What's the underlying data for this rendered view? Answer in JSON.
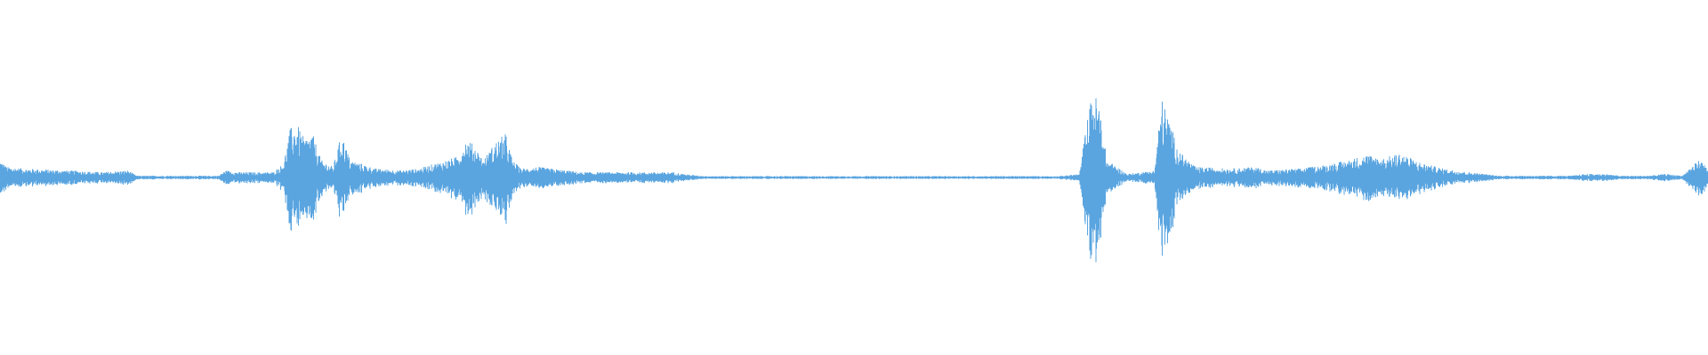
{
  "waveform": {
    "color": "#5aa5e0",
    "baseline_amplitude": 0.005,
    "duration_fraction_envelope": [
      [
        0.0,
        0.1
      ],
      [
        0.004,
        0.06
      ],
      [
        0.015,
        0.05
      ],
      [
        0.04,
        0.04
      ],
      [
        0.06,
        0.03
      ],
      [
        0.075,
        0.04
      ],
      [
        0.08,
        0.01
      ],
      [
        0.128,
        0.01
      ],
      [
        0.132,
        0.04
      ],
      [
        0.14,
        0.03
      ],
      [
        0.16,
        0.03
      ],
      [
        0.166,
        0.08
      ],
      [
        0.17,
        0.28
      ],
      [
        0.174,
        0.3
      ],
      [
        0.178,
        0.22
      ],
      [
        0.183,
        0.25
      ],
      [
        0.188,
        0.1
      ],
      [
        0.195,
        0.06
      ],
      [
        0.2,
        0.25
      ],
      [
        0.205,
        0.1
      ],
      [
        0.22,
        0.05
      ],
      [
        0.235,
        0.04
      ],
      [
        0.245,
        0.05
      ],
      [
        0.255,
        0.08
      ],
      [
        0.262,
        0.1
      ],
      [
        0.268,
        0.12
      ],
      [
        0.273,
        0.22
      ],
      [
        0.278,
        0.18
      ],
      [
        0.283,
        0.1
      ],
      [
        0.29,
        0.2
      ],
      [
        0.296,
        0.25
      ],
      [
        0.3,
        0.1
      ],
      [
        0.305,
        0.05
      ],
      [
        0.315,
        0.06
      ],
      [
        0.34,
        0.03
      ],
      [
        0.38,
        0.03
      ],
      [
        0.395,
        0.03
      ],
      [
        0.4,
        0.02
      ],
      [
        0.41,
        0.01
      ],
      [
        0.42,
        0.008
      ],
      [
        0.62,
        0.008
      ],
      [
        0.632,
        0.02
      ],
      [
        0.636,
        0.3
      ],
      [
        0.64,
        0.5
      ],
      [
        0.644,
        0.4
      ],
      [
        0.648,
        0.1
      ],
      [
        0.66,
        0.02
      ],
      [
        0.676,
        0.04
      ],
      [
        0.68,
        0.45
      ],
      [
        0.684,
        0.35
      ],
      [
        0.69,
        0.15
      ],
      [
        0.7,
        0.06
      ],
      [
        0.72,
        0.05
      ],
      [
        0.735,
        0.06
      ],
      [
        0.742,
        0.04
      ],
      [
        0.76,
        0.05
      ],
      [
        0.775,
        0.07
      ],
      [
        0.79,
        0.1
      ],
      [
        0.8,
        0.13
      ],
      [
        0.81,
        0.11
      ],
      [
        0.82,
        0.14
      ],
      [
        0.83,
        0.09
      ],
      [
        0.845,
        0.05
      ],
      [
        0.86,
        0.03
      ],
      [
        0.878,
        0.01
      ],
      [
        0.92,
        0.01
      ],
      [
        0.928,
        0.02
      ],
      [
        0.94,
        0.02
      ],
      [
        0.948,
        0.01
      ],
      [
        0.965,
        0.01
      ],
      [
        0.975,
        0.02
      ],
      [
        0.985,
        0.01
      ],
      [
        0.99,
        0.06
      ],
      [
        0.995,
        0.1
      ],
      [
        1.0,
        0.06
      ]
    ]
  }
}
